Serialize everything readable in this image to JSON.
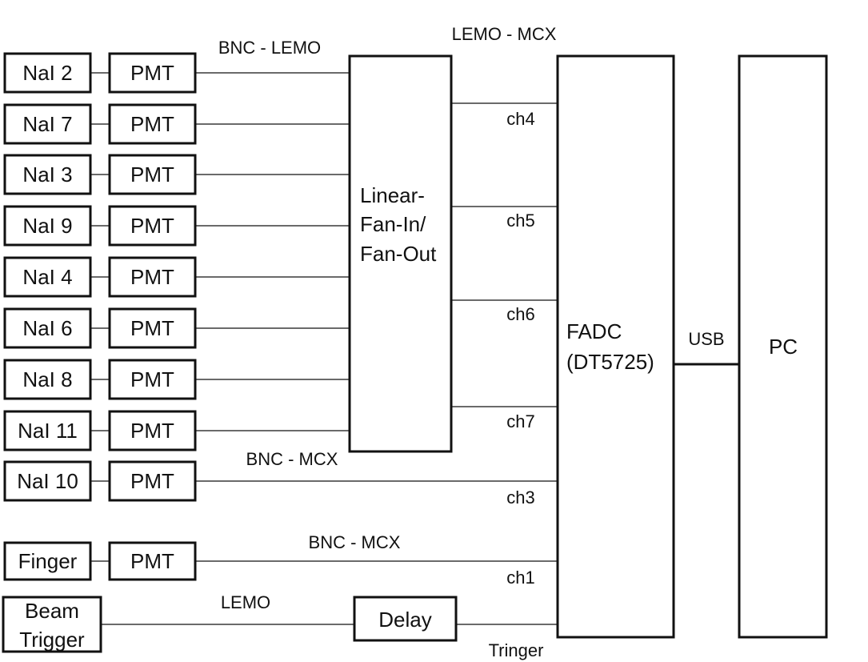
{
  "detectors": [
    {
      "detector": "NaI 2",
      "pmt": "PMT"
    },
    {
      "detector": "NaI 7",
      "pmt": "PMT"
    },
    {
      "detector": "NaI 3",
      "pmt": "PMT"
    },
    {
      "detector": "NaI 9",
      "pmt": "PMT"
    },
    {
      "detector": "NaI 4",
      "pmt": "PMT"
    },
    {
      "detector": "NaI 6",
      "pmt": "PMT"
    },
    {
      "detector": "NaI 8",
      "pmt": "PMT"
    },
    {
      "detector": "NaI 11",
      "pmt": "PMT"
    },
    {
      "detector": "NaI 10",
      "pmt": "PMT"
    }
  ],
  "finger": {
    "detector": "Finger",
    "pmt": "PMT"
  },
  "beam_trigger": {
    "line1": "Beam",
    "line2": "Trigger"
  },
  "delay": "Delay",
  "fanout": {
    "line1": "Linear-",
    "line2": "Fan-In/",
    "line3": "Fan-Out"
  },
  "fadc": {
    "line1": "FADC",
    "line2": "(DT5725)"
  },
  "pc": "PC",
  "cables": {
    "bnc_lemo": "BNC - LEMO",
    "lemo_mcx": "LEMO - MCX",
    "bnc_mcx_nai10": "BNC - MCX",
    "bnc_mcx_finger": "BNC - MCX",
    "lemo": "LEMO",
    "usb": "USB"
  },
  "channels": {
    "ch4": "ch4",
    "ch5": "ch5",
    "ch6": "ch6",
    "ch7": "ch7",
    "ch3": "ch3",
    "ch1": "ch1",
    "trigger": "Tringer"
  }
}
